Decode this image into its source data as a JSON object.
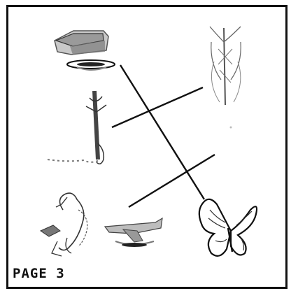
{
  "page": {
    "label": "PAGE 3"
  },
  "pictures": {
    "left": [
      "cake-on-plate",
      "fishing-rod",
      "dragon-and-airplane"
    ],
    "right": [
      "dragonfly",
      "butterfly"
    ]
  },
  "colors": {
    "ink": "#111111",
    "gray": "#8a8a8a",
    "background": "#ffffff"
  }
}
